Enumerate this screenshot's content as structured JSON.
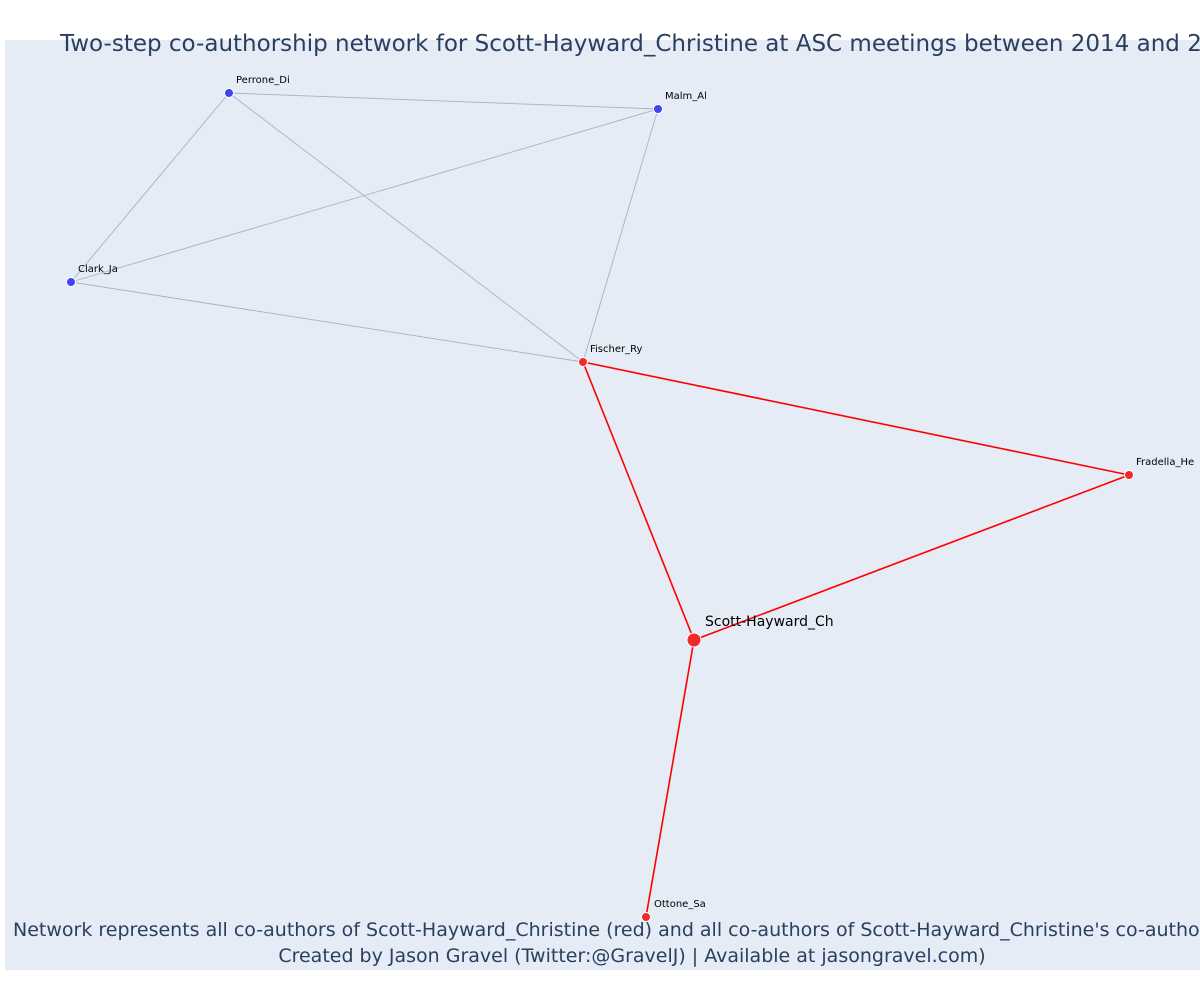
{
  "title": "Two-step co-authorship network for Scott-Hayward_Christine at ASC meetings between 2014 and 2",
  "caption_line1": "Network represents all co-authors of Scott-Hayward_Christine (red) and all co-authors of Scott-Hayward_Christine's co-authors (",
  "caption_line2": "Created by Jason Gravel (Twitter:@GravelJ) | Available at jasongravel.com)",
  "colors": {
    "direct": "#ef2a2a",
    "second_step": "#4242ee",
    "direct_edge": "#ff0000",
    "other_edge": "#aab0c4",
    "background": "#e5ecf6",
    "text": "#2a3f5f"
  },
  "nodes": [
    {
      "id": "Scott-Hayward_Ch",
      "label": "Scott-Hayward_Ch",
      "group": "direct",
      "focal": true
    },
    {
      "id": "Fischer_Ry",
      "label": "Fischer_Ry",
      "group": "direct"
    },
    {
      "id": "Fradella_He",
      "label": "Fradella_He",
      "group": "direct"
    },
    {
      "id": "Ottone_Sa",
      "label": "Ottone_Sa",
      "group": "direct"
    },
    {
      "id": "Perrone_Di",
      "label": "Perrone_Di",
      "group": "second_step"
    },
    {
      "id": "Malm_Al",
      "label": "Malm_Al",
      "group": "second_step"
    },
    {
      "id": "Clark_Ja",
      "label": "Clark_Ja",
      "group": "second_step"
    }
  ],
  "edges": [
    {
      "source": "Perrone_Di",
      "target": "Malm_Al",
      "type": "other"
    },
    {
      "source": "Perrone_Di",
      "target": "Clark_Ja",
      "type": "other"
    },
    {
      "source": "Perrone_Di",
      "target": "Fischer_Ry",
      "type": "other"
    },
    {
      "source": "Malm_Al",
      "target": "Clark_Ja",
      "type": "other"
    },
    {
      "source": "Malm_Al",
      "target": "Fischer_Ry",
      "type": "other"
    },
    {
      "source": "Clark_Ja",
      "target": "Fischer_Ry",
      "type": "other"
    },
    {
      "source": "Fischer_Ry",
      "target": "Fradella_He",
      "type": "direct"
    },
    {
      "source": "Fischer_Ry",
      "target": "Scott-Hayward_Ch",
      "type": "direct"
    },
    {
      "source": "Fradella_He",
      "target": "Scott-Hayward_Ch",
      "type": "direct"
    },
    {
      "source": "Scott-Hayward_Ch",
      "target": "Ottone_Sa",
      "type": "direct"
    }
  ]
}
